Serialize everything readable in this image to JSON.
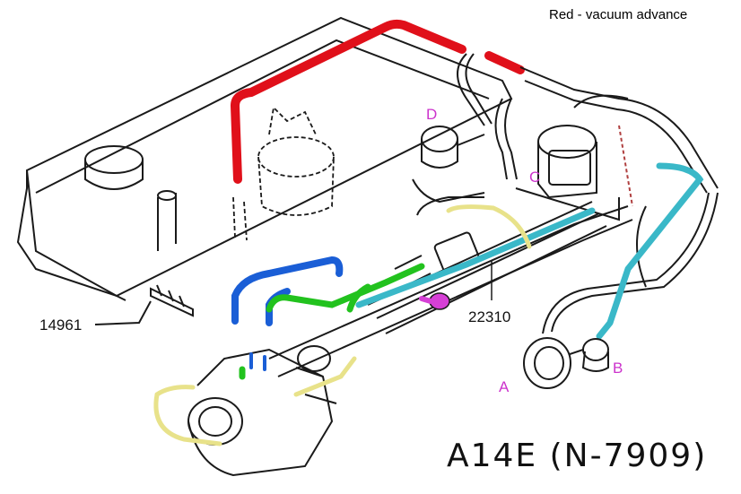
{
  "legend": {
    "text": "Red - vacuum advance"
  },
  "model_label": "A14E (N-7909)",
  "part_numbers": {
    "left": "14961",
    "center": "22310"
  },
  "component_labels": {
    "a": "A",
    "b": "B",
    "c": "C",
    "d": "D"
  },
  "colors": {
    "line": "#1a1a1a",
    "vacuum_advance": "#e0101a",
    "blue_hose": "#1a5ed6",
    "green_hose": "#22c21e",
    "cyan_hose": "#3ab8c8",
    "yellow_hose": "#e8e28a",
    "magenta_part": "#d640d6",
    "label": "#cc33cc"
  }
}
